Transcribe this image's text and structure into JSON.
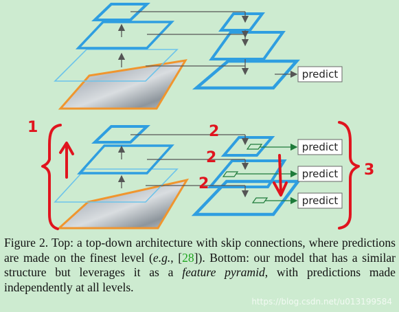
{
  "figure": {
    "predict_label": "predict",
    "colors": {
      "background": "#cdebd0",
      "feature_map": "#2f9ee0",
      "image_border": "#f0952e",
      "arrow": "#555555",
      "predict_arrow": "#1e7a3a",
      "annotation": "#e0141e"
    }
  },
  "annotations": {
    "one_left": "1",
    "two_top": "2",
    "two_mid": "2",
    "two_low": "2",
    "three": "3"
  },
  "caption": {
    "label": "Figure 2.",
    "part1": "Top: a top-down architecture with skip connections, where predictions are made on the finest level (",
    "eg": "e.g.",
    "part2": ", [",
    "ref": "28",
    "part3": "]). Bottom: our model that has a similar structure but leverages it as a ",
    "feature_pyramid": "feature pyramid",
    "part4": ", with predictions made independently at all levels."
  },
  "watermark": "https://blog.csdn.net/u013199584"
}
